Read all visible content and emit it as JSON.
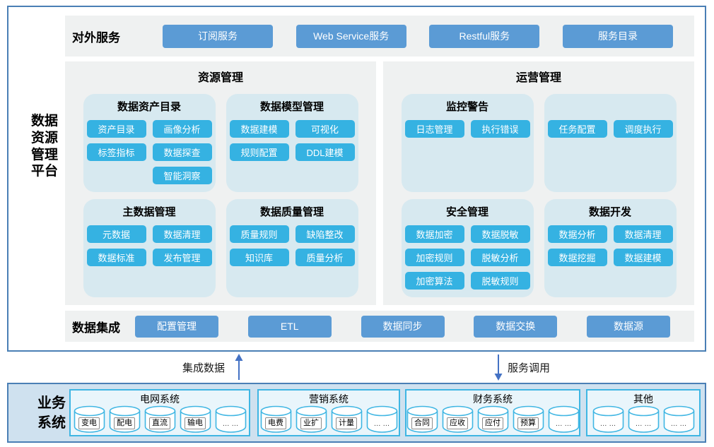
{
  "side_label": {
    "lines": [
      "数据",
      "资源",
      "管理",
      "平台"
    ]
  },
  "external_services": {
    "label": "对外服务",
    "buttons": [
      "订阅服务",
      "Web Service服务",
      "Restful服务",
      "服务目录"
    ]
  },
  "resource_mgmt": {
    "title": "资源管理",
    "cards": [
      {
        "title": "数据资产目录",
        "buttons": [
          "资产目录",
          "画像分析",
          "标签指标",
          "数据探查",
          "智能洞察"
        ]
      },
      {
        "title": "数据模型管理",
        "buttons": [
          "数据建模",
          "可视化",
          "规则配置",
          "DDL建模"
        ]
      },
      {
        "title": "主数据管理",
        "buttons": [
          "元数据",
          "数据清理",
          "数据标准",
          "发布管理"
        ]
      },
      {
        "title": "数据质量管理",
        "buttons": [
          "质量规则",
          "缺陷整改",
          "知识库",
          "质量分析"
        ]
      }
    ]
  },
  "operation_mgmt": {
    "title": "运营管理",
    "cards": [
      {
        "title": "监控警告",
        "buttons": [
          "日志管理",
          "执行错误"
        ]
      },
      {
        "title": "",
        "buttons": [
          "任务配置",
          "调度执行"
        ]
      },
      {
        "title": "安全管理",
        "buttons": [
          "数据加密",
          "数据脱敏",
          "加密规则",
          "脱敏分析",
          "加密算法",
          "脱敏规则"
        ]
      },
      {
        "title": "数据开发",
        "buttons": [
          "数据分析",
          "数据清理",
          "数据挖掘",
          "数据建模"
        ]
      }
    ]
  },
  "data_integration": {
    "label": "数据集成",
    "buttons": [
      "配置管理",
      "ETL",
      "数据同步",
      "数据交换",
      "数据源"
    ]
  },
  "flows": {
    "up_label": "集成数据",
    "down_label": "服务调用"
  },
  "business_systems": {
    "label_lines": [
      "业务",
      "系统"
    ],
    "groups": [
      {
        "title": "电网系统",
        "items": [
          "变电",
          "配电",
          "直流",
          "输电",
          "… …"
        ]
      },
      {
        "title": "营销系统",
        "items": [
          "电费",
          "业扩",
          "计量",
          "… …"
        ]
      },
      {
        "title": "财务系统",
        "items": [
          "合同",
          "应收",
          "应付",
          "预算",
          "… …"
        ]
      },
      {
        "title": "其他",
        "items": [
          "… …",
          "… …",
          "… …"
        ]
      }
    ]
  },
  "colors": {
    "outer_border": "#4a7fb5",
    "panel_gray": "#eff1f1",
    "card_blue": "#d7e9f0",
    "steel_button": "#5b9bd5",
    "cyan_button": "#35b2e2",
    "bottom_bg": "#cfe1ef",
    "group_border": "#3fb6e3",
    "arrow_blue": "#4472c4"
  }
}
